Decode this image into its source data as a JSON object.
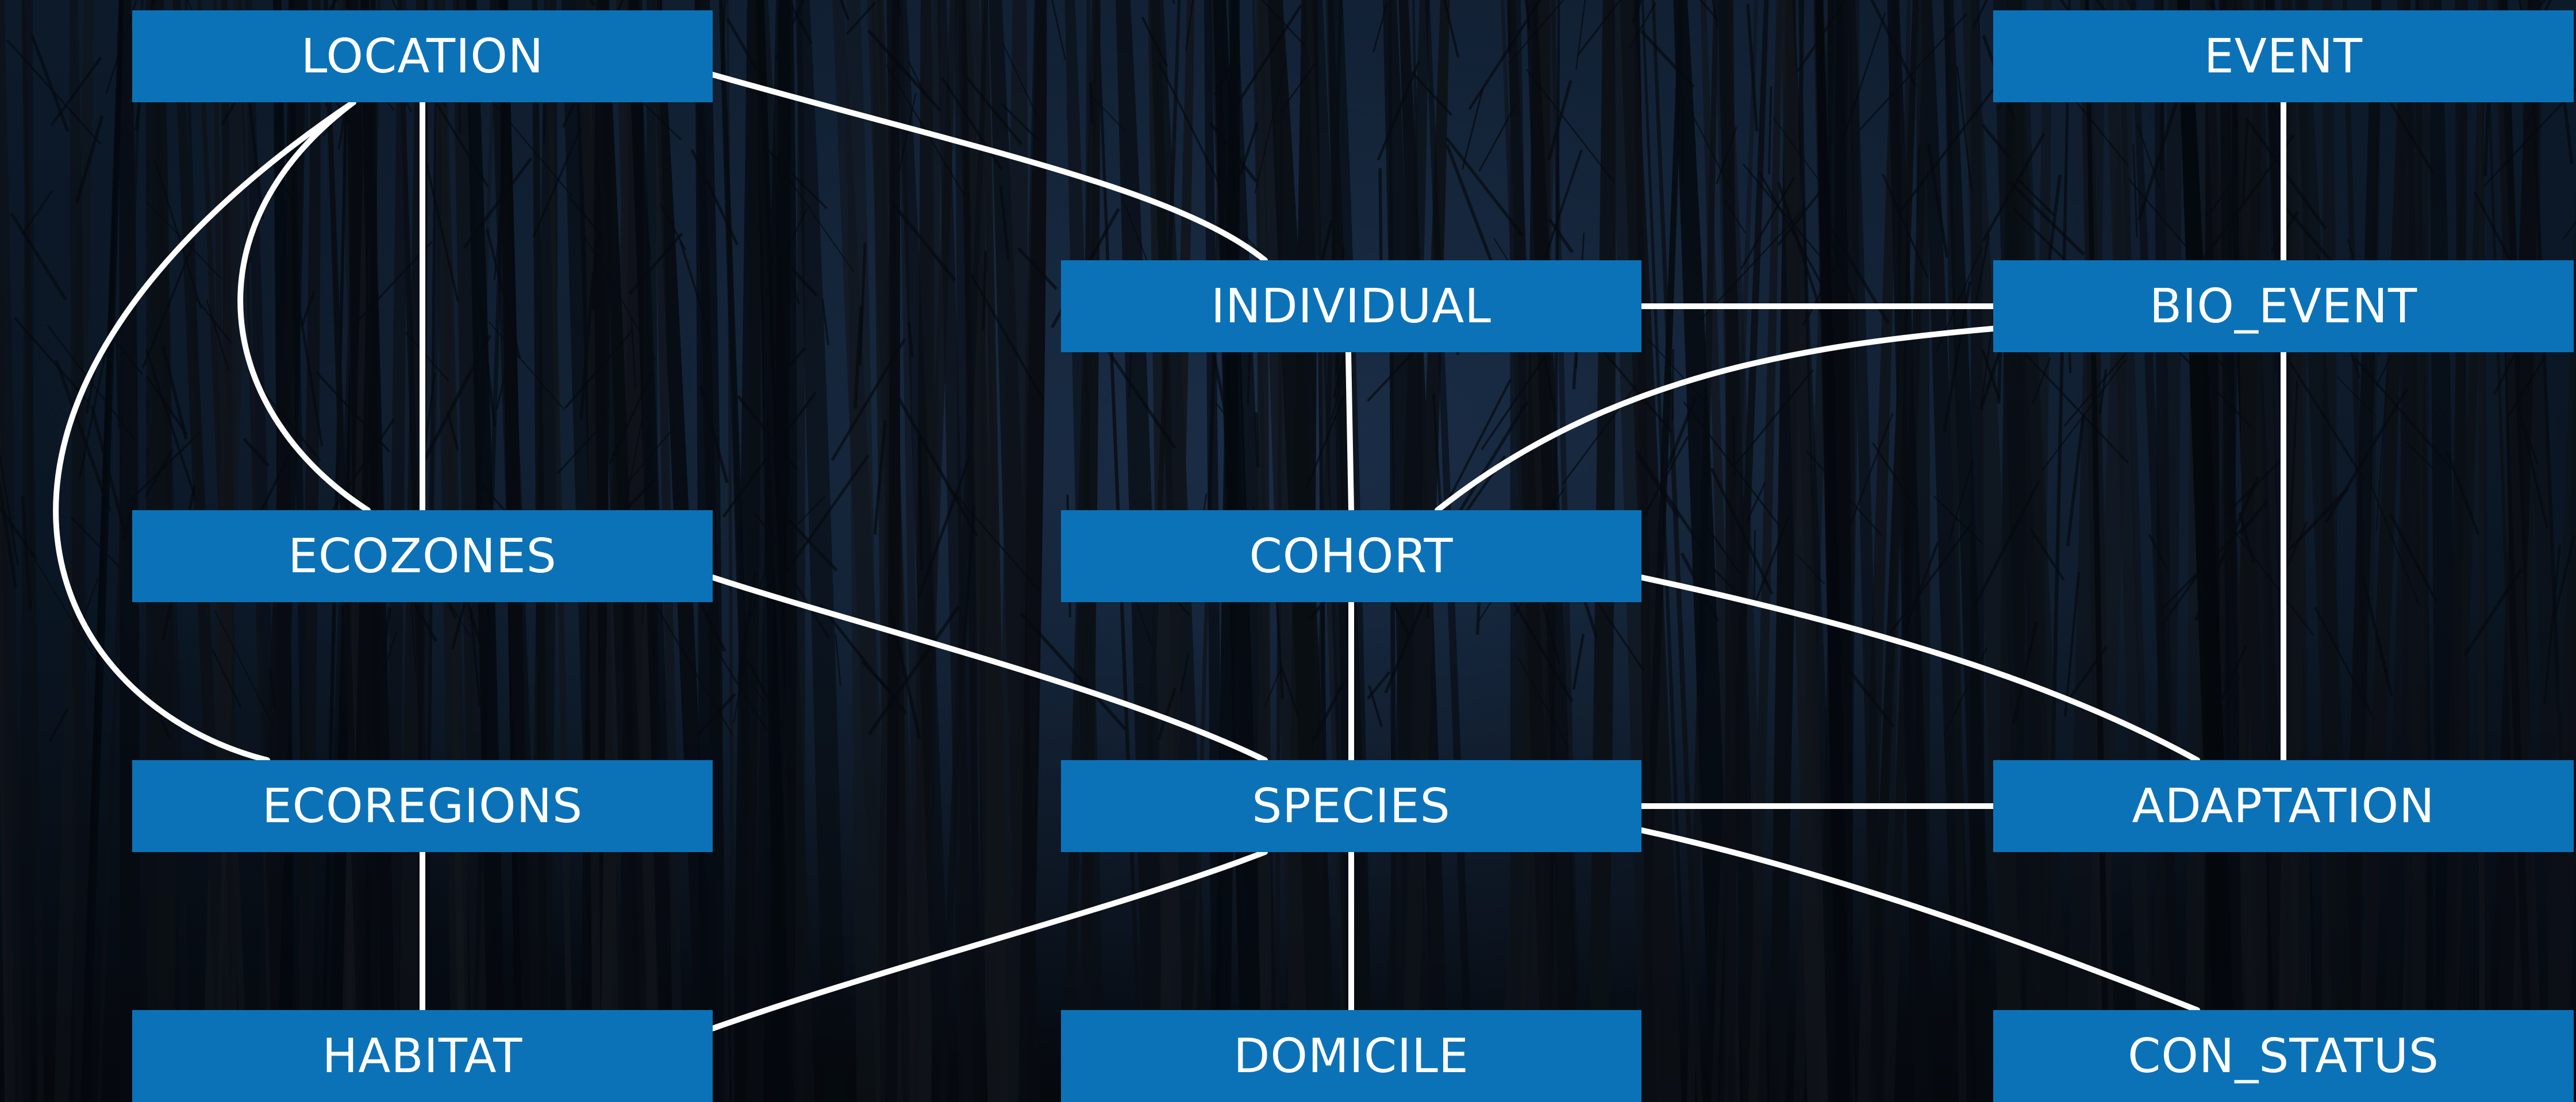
{
  "nodes": [
    {
      "id": "location",
      "label": "LOCATION"
    },
    {
      "id": "ecozones",
      "label": "ECOZONES"
    },
    {
      "id": "ecoregions",
      "label": "ECOREGIONS"
    },
    {
      "id": "habitat",
      "label": "HABITAT"
    },
    {
      "id": "individual",
      "label": "INDIVIDUAL"
    },
    {
      "id": "cohort",
      "label": "COHORT"
    },
    {
      "id": "species",
      "label": "SPECIES"
    },
    {
      "id": "domicile",
      "label": "DOMICILE"
    },
    {
      "id": "event",
      "label": "EVENT"
    },
    {
      "id": "bio_event",
      "label": "BIO_EVENT"
    },
    {
      "id": "adaptation",
      "label": "ADAPTATION"
    },
    {
      "id": "con_status",
      "label": "CON_STATUS"
    }
  ],
  "links": [
    [
      "location",
      "ecozones"
    ],
    [
      "location",
      "ecoregions"
    ],
    [
      "location",
      "individual"
    ],
    [
      "ecozones",
      "ecoregions"
    ],
    [
      "ecozones",
      "species"
    ],
    [
      "ecoregions",
      "habitat"
    ],
    [
      "habitat",
      "species"
    ],
    [
      "individual",
      "cohort"
    ],
    [
      "individual",
      "bio_event"
    ],
    [
      "cohort",
      "species"
    ],
    [
      "cohort",
      "bio_event"
    ],
    [
      "cohort",
      "adaptation"
    ],
    [
      "species",
      "domicile"
    ],
    [
      "species",
      "adaptation"
    ],
    [
      "species",
      "con_status"
    ],
    [
      "event",
      "bio_event"
    ],
    [
      "bio_event",
      "adaptation"
    ]
  ],
  "colors": {
    "node_fill": "#0b72b8",
    "node_text": "#ffffff",
    "link": "#ffffff",
    "background": "#0d1a2a"
  }
}
